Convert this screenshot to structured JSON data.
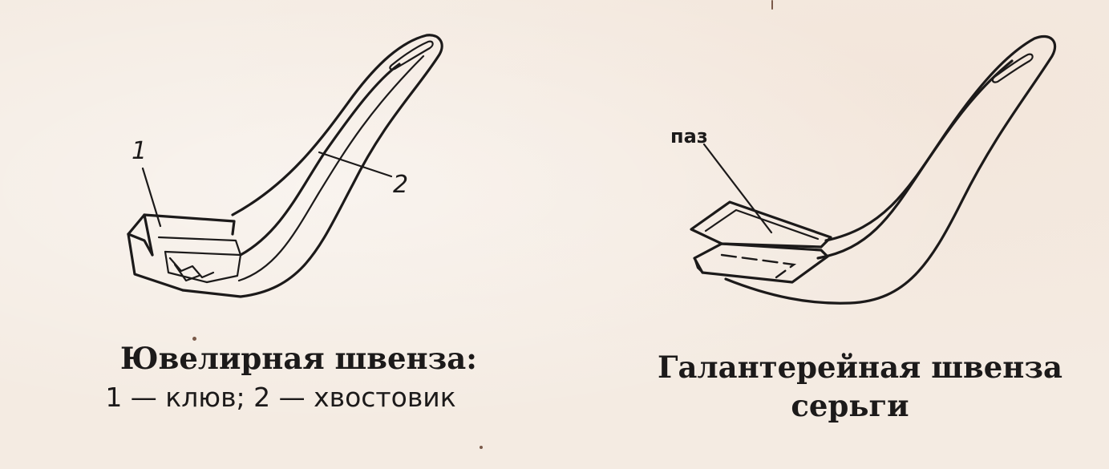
{
  "left_figure": {
    "label_1": "1",
    "label_2": "2",
    "caption_title": "Ювелирная швенза:",
    "caption_legend": "1 — клюв; 2 — хвостовик"
  },
  "right_figure": {
    "label_groove": "паз",
    "caption_line1": "Галантерейная швенза",
    "caption_line2": "серьги"
  }
}
